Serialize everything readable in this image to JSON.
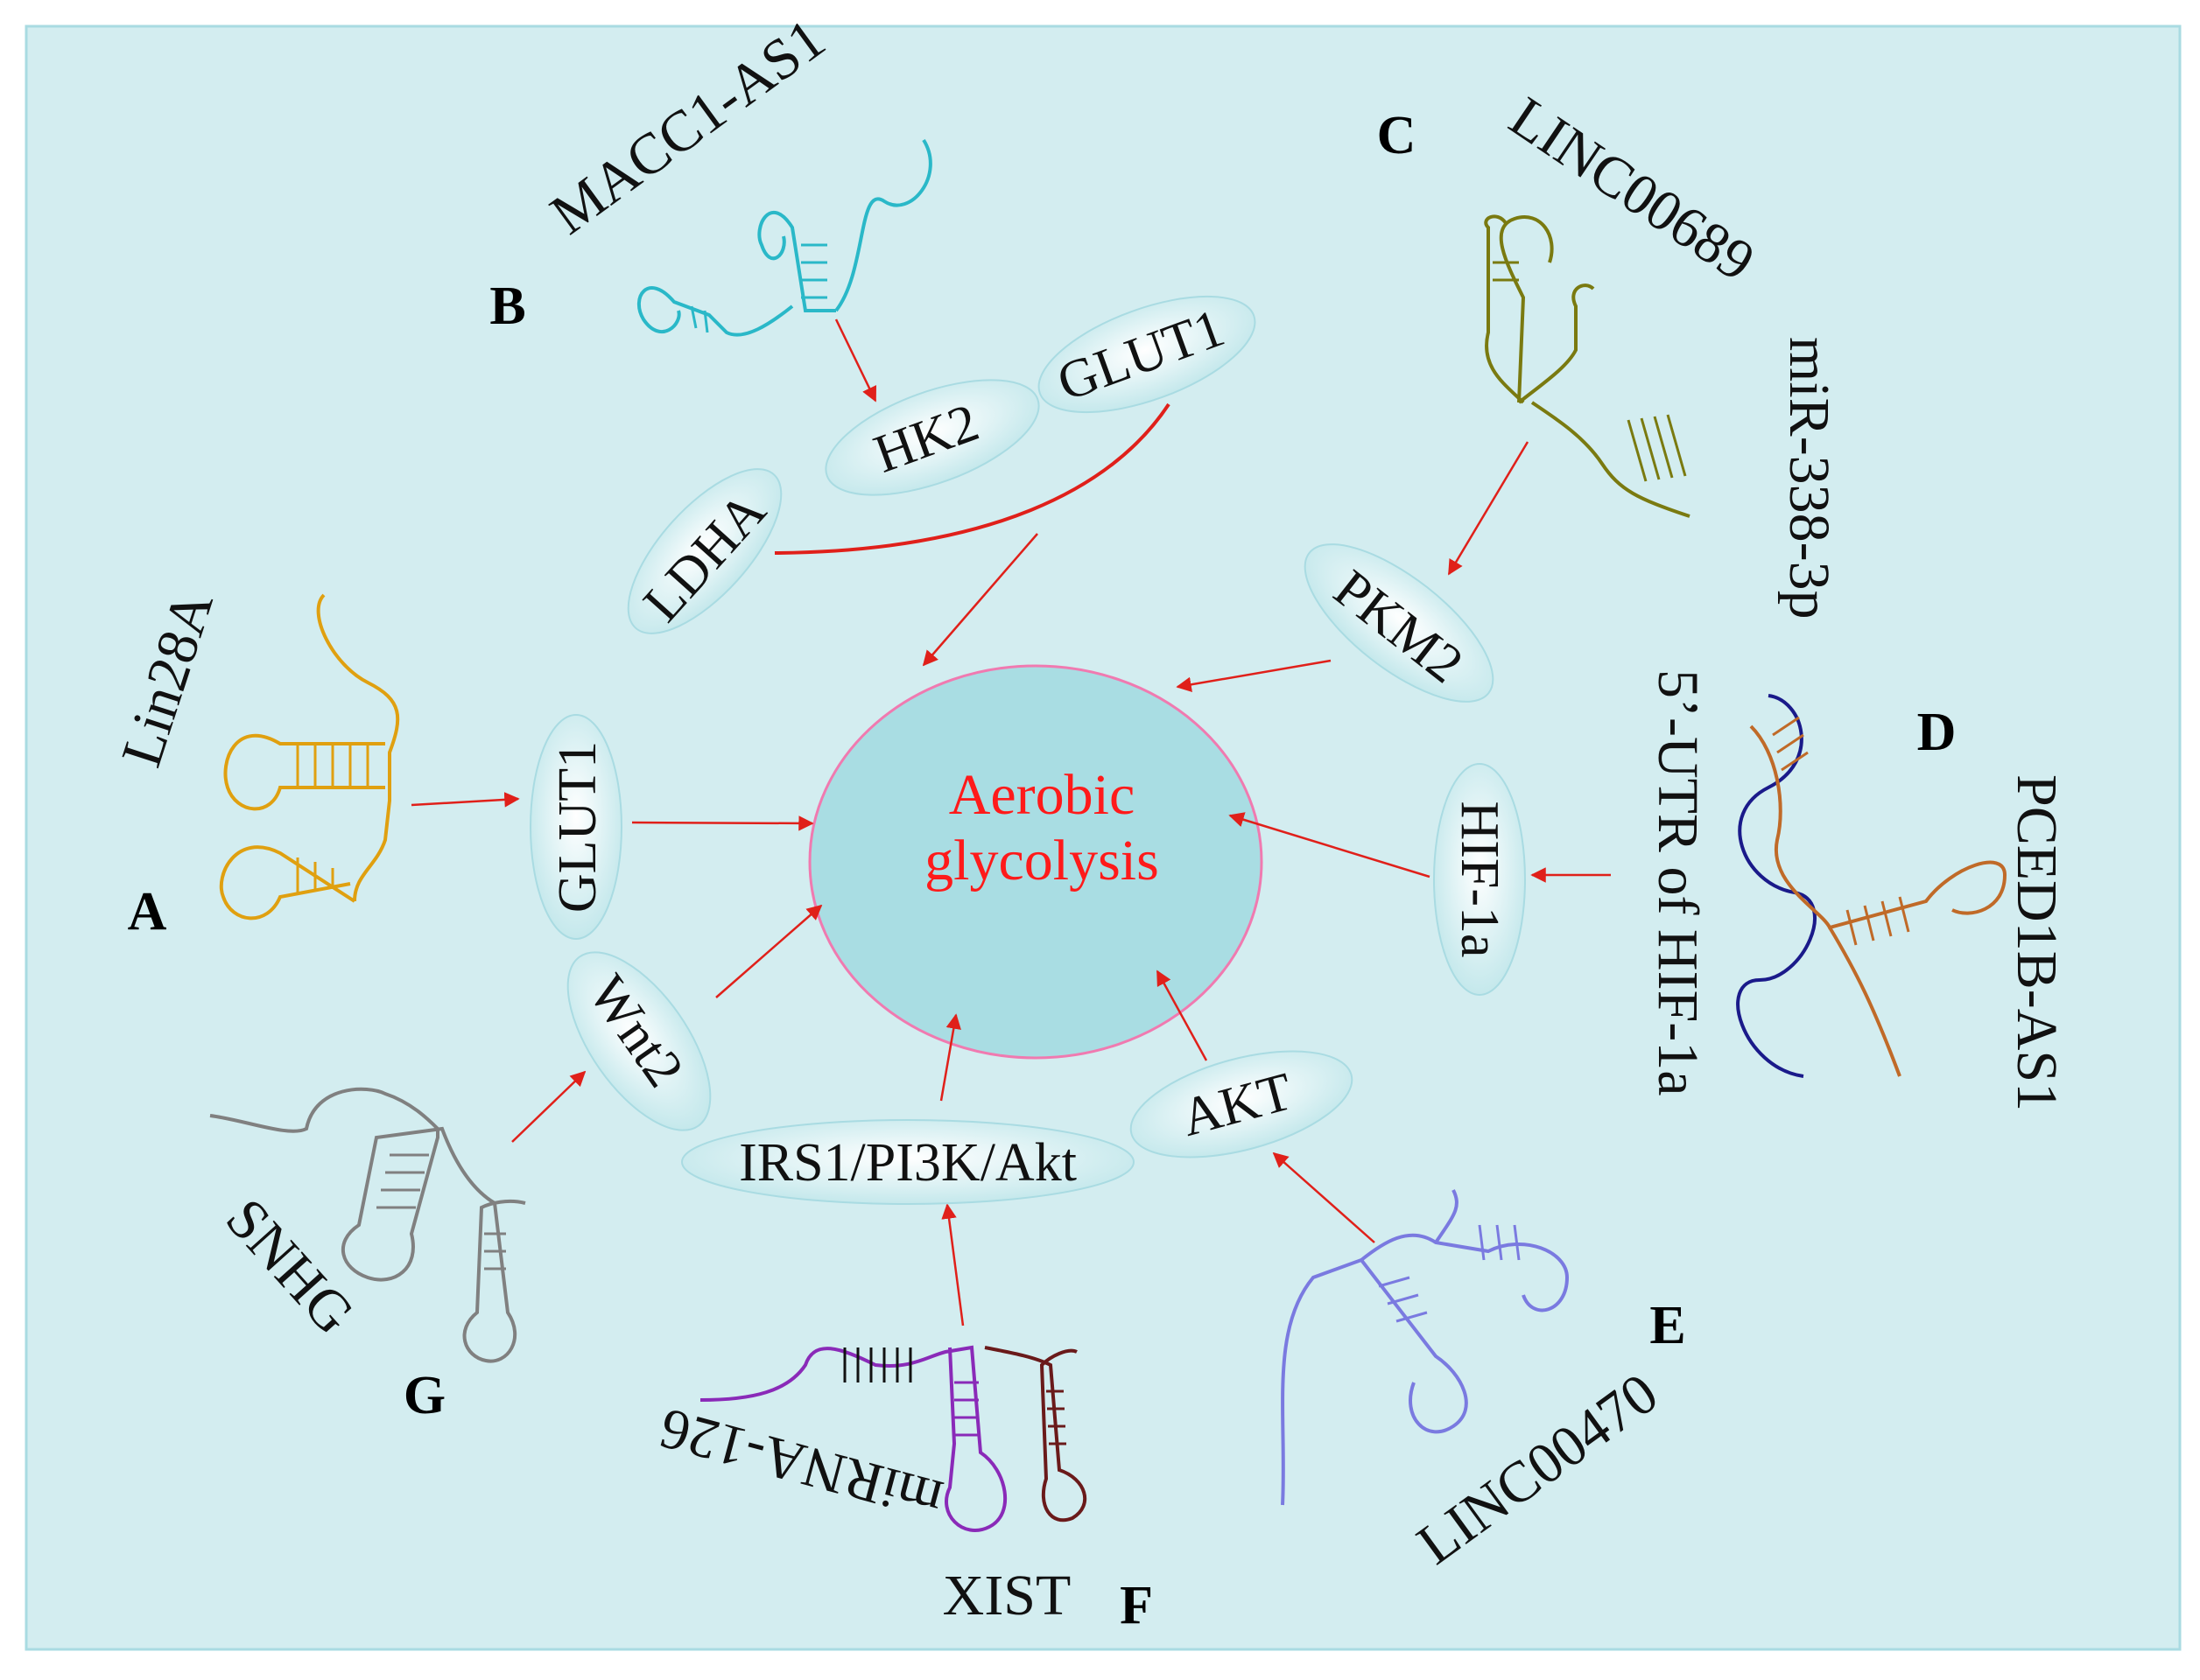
{
  "colors": {
    "background": "#d3edf0",
    "center_fill": "#a9dde3",
    "center_stroke": "#f07ab0",
    "center_text": "#ff1a1a",
    "arrow": "#e0201a",
    "A_lncrna": "#e0a010",
    "B_lncrna": "#2ab8c8",
    "C_lncrna": "#7a7a10",
    "D_lncrna": "#c06a28",
    "D_mrna": "#1a1a8a",
    "E_lncrna": "#7a7ae0",
    "F_lncrna": "#8a2ab8",
    "F_mirna": "#6a1a1a",
    "G_lncrna": "#808080"
  },
  "center": {
    "line1": "Aerobic",
    "line2": "glycolysis"
  },
  "panels": {
    "A": {
      "letter": "A",
      "lncrna": "Lin28A",
      "target": "GLUT1"
    },
    "B": {
      "letter": "B",
      "lncrna": "MACC1-AS1",
      "targets": [
        "HK2",
        "GLUT1",
        "LDHA"
      ]
    },
    "C": {
      "letter": "C",
      "lncrna": "LINC00689",
      "mirna": "miR-338-3p",
      "target": "PKM2"
    },
    "D": {
      "letter": "D",
      "lncrna": "PCED1B-AS1",
      "mrna": "5’-UTR  of HIF-1a",
      "target": "HIF-1a"
    },
    "E": {
      "letter": "E",
      "lncrna": "LINC00470",
      "target": "AKT"
    },
    "F": {
      "letter": "F",
      "lncrna": "XIST",
      "mirna": "miRNA-126",
      "target": "IRS1/PI3K/Akt"
    },
    "G": {
      "letter": "G",
      "lncrna": "SNHG",
      "target": "Wnt2"
    }
  }
}
